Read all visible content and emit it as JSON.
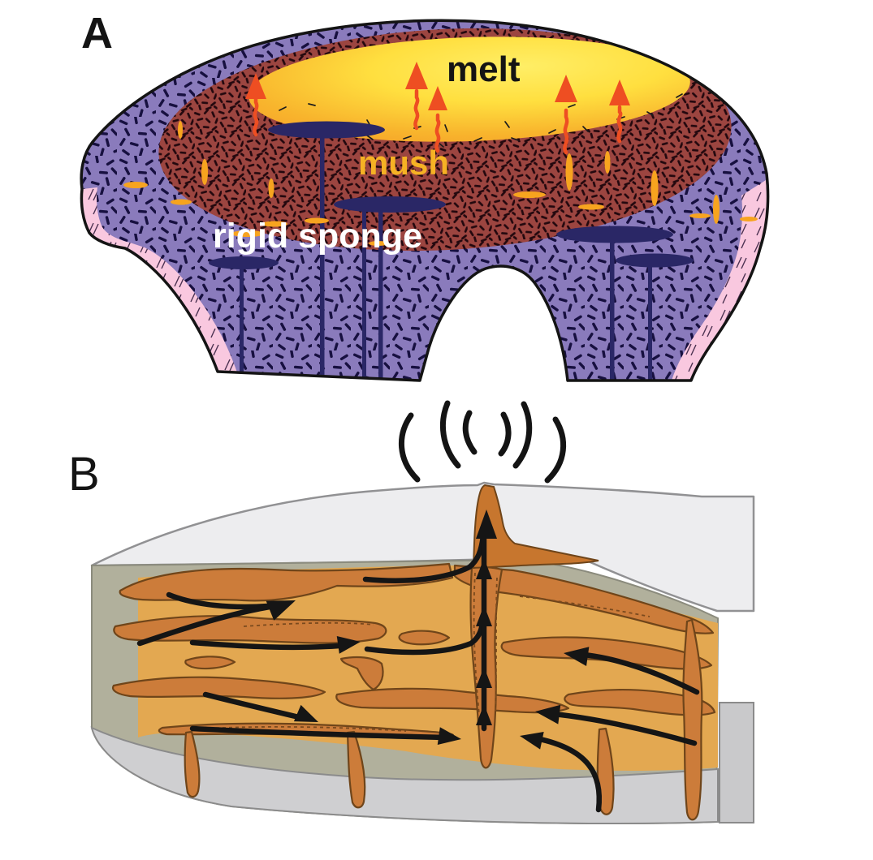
{
  "figure": {
    "type": "two-panel geology diagram of a magma reservoir",
    "background": "#ffffff"
  },
  "panel_a": {
    "label": "A",
    "annotations": {
      "melt": "melt",
      "mush": "mush",
      "rigid_sponge": "rigid sponge"
    },
    "colors": {
      "melt_core": "#ffe95a",
      "melt_rim": "#f59d27",
      "mush_matrix": "#9c4540",
      "sponge_matrix": "#8a7bbc",
      "host_rock_pink": "#f9c8df",
      "dike_sill_navy": "#2a2766",
      "melt_lens_orange": "#f7a41f",
      "upwelling_arrow": "#ee4e22",
      "outline": "#141414",
      "mush_label": "#f6b224",
      "melt_label": "#141414",
      "rigid_sponge_label": "#ffffff"
    }
  },
  "panel_b": {
    "label": "B",
    "icons": {
      "eruption": "eruption-spray-icon",
      "volcano": "volcano-vent-icon"
    },
    "colors": {
      "surface_gray": "#ededef",
      "crust_face_olive": "#b1b09c",
      "basement_gray": "#cfcfd1",
      "mush_matrix": "#e3a851",
      "melt_channel": "#cc7c3a",
      "channel_outline": "#6f451a",
      "flow_arrow": "#151515"
    }
  }
}
